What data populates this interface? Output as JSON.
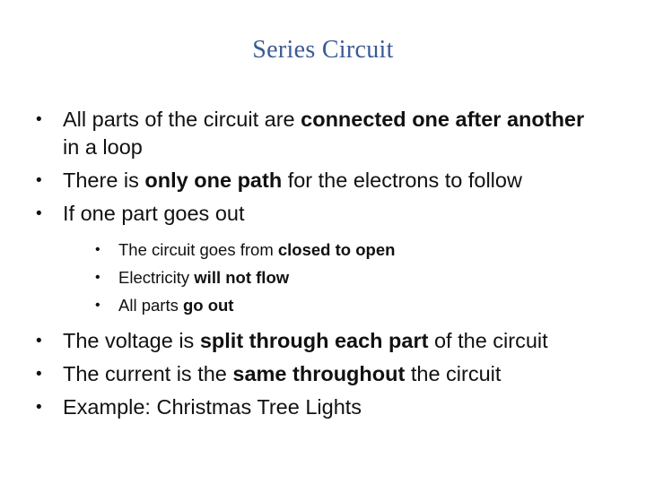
{
  "slide": {
    "title": "Series Circuit",
    "bullet_glyph": "•",
    "items": [
      {
        "parts": [
          {
            "text": "All parts of the circuit are ",
            "bold": false
          },
          {
            "text": "connected one after another",
            "bold": true
          },
          {
            "text": " in a loop",
            "bold": false
          }
        ]
      },
      {
        "parts": [
          {
            "text": "There is ",
            "bold": false
          },
          {
            "text": "only one path",
            "bold": true
          },
          {
            "text": " for the electrons to follow",
            "bold": false
          }
        ]
      },
      {
        "parts": [
          {
            "text": "If one part goes out",
            "bold": false
          }
        ],
        "sub_items": [
          {
            "parts": [
              {
                "text": "The circuit goes from ",
                "bold": false
              },
              {
                "text": "closed to open",
                "bold": true
              }
            ]
          },
          {
            "parts": [
              {
                "text": "Electricity ",
                "bold": false
              },
              {
                "text": "will not flow",
                "bold": true
              }
            ]
          },
          {
            "parts": [
              {
                "text": "All parts ",
                "bold": false
              },
              {
                "text": "go out",
                "bold": true
              }
            ]
          }
        ]
      },
      {
        "parts": [
          {
            "text": "The voltage is ",
            "bold": false
          },
          {
            "text": "split through each part",
            "bold": true
          },
          {
            "text": " of the circuit",
            "bold": false
          }
        ]
      },
      {
        "parts": [
          {
            "text": "The current is the ",
            "bold": false
          },
          {
            "text": "same throughout",
            "bold": true
          },
          {
            "text": " the circuit",
            "bold": false
          }
        ]
      },
      {
        "parts": [
          {
            "text": "Example: Christmas Tree Lights",
            "bold": false
          }
        ]
      }
    ]
  }
}
